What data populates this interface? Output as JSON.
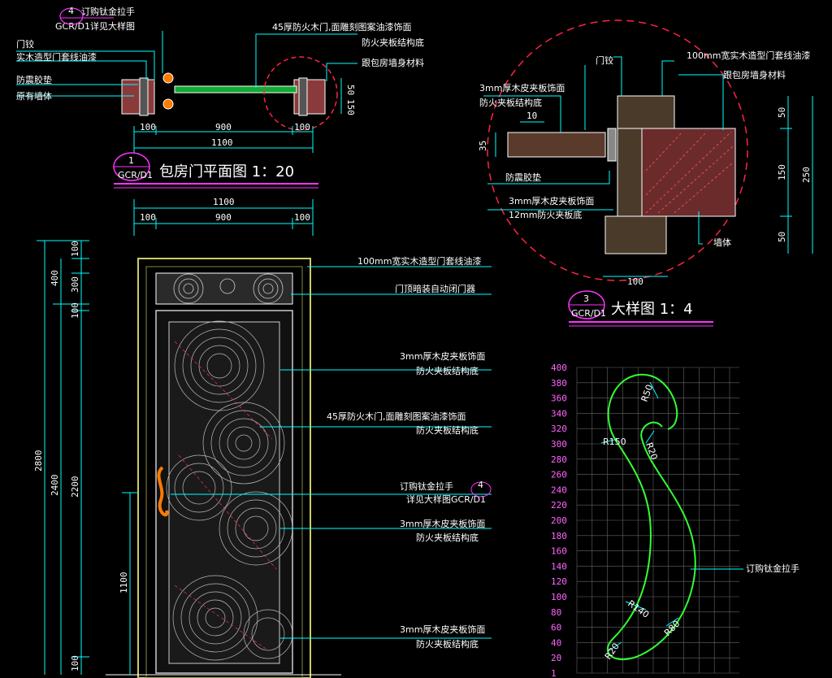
{
  "plan": {
    "title": "包房门平面图 1：20",
    "ref_num": "1",
    "ref_sheet": "GCR/D1",
    "callouts": [
      {
        "num": "4",
        "text": "订购钛金拉手"
      },
      {
        "text": "GCR/D1详见大样图"
      },
      {
        "text": "门铰"
      },
      {
        "text": "实木造型门套线油漆"
      },
      {
        "text": "防震胶垫"
      },
      {
        "text": "原有墙体"
      },
      {
        "text": "45厚防火木门,面雕刻图案油漆饰面"
      },
      {
        "text": "防火夹板结构底"
      },
      {
        "text": "跟包房墙身材料"
      }
    ],
    "dims_top": [
      "100",
      "900",
      "100",
      "1100"
    ],
    "dims_bottom": [
      "1100",
      "100",
      "900",
      "100"
    ],
    "side_dims": [
      "50",
      "150"
    ]
  },
  "detail": {
    "title": "大样图 1：4",
    "ref_num": "3",
    "ref_sheet": "GCR/D1",
    "labels": [
      "100mm宽实木造型门套线油漆",
      "跟包房墙身材料",
      "门铰",
      "3mm厚木皮夹板饰面",
      "防火夹板结构底",
      "防震胶垫",
      "3mm厚木皮夹板饰面",
      "12mm防火夹板底",
      "墙体"
    ],
    "dims": [
      "10",
      "35",
      "100",
      "50",
      "150",
      "250",
      "50"
    ]
  },
  "elevation": {
    "labels": [
      "100mm宽实木造型门套线油漆",
      "门顶暗装自动闭门器",
      "3mm厚木皮夹板饰面",
      "防火夹板结构底",
      "45厚防火木门,面雕刻图案油漆饰面",
      "防火夹板结构底",
      "订购钛金拉手",
      "详见大样图GCR/D1",
      "3mm厚木皮夹板饰面",
      "防火夹板结构底",
      "3mm厚木皮夹板饰面",
      "防火夹板结构底"
    ],
    "callout_num": "4",
    "dims_outer": [
      "2800"
    ],
    "dims_mid": [
      "400",
      "2400"
    ],
    "dims_inner": [
      "100",
      "300",
      "100",
      "2200",
      "100"
    ],
    "dims_handle": [
      "1100"
    ]
  },
  "handle": {
    "label": "订购钛金拉手",
    "y_ticks": [
      "400",
      "380",
      "360",
      "340",
      "320",
      "300",
      "280",
      "260",
      "240",
      "220",
      "200",
      "180",
      "160",
      "140",
      "120",
      "100",
      "80",
      "60",
      "40",
      "20",
      "1"
    ],
    "radii": [
      "R50",
      "R20",
      "R150",
      "R140",
      "R80",
      "R20"
    ]
  }
}
